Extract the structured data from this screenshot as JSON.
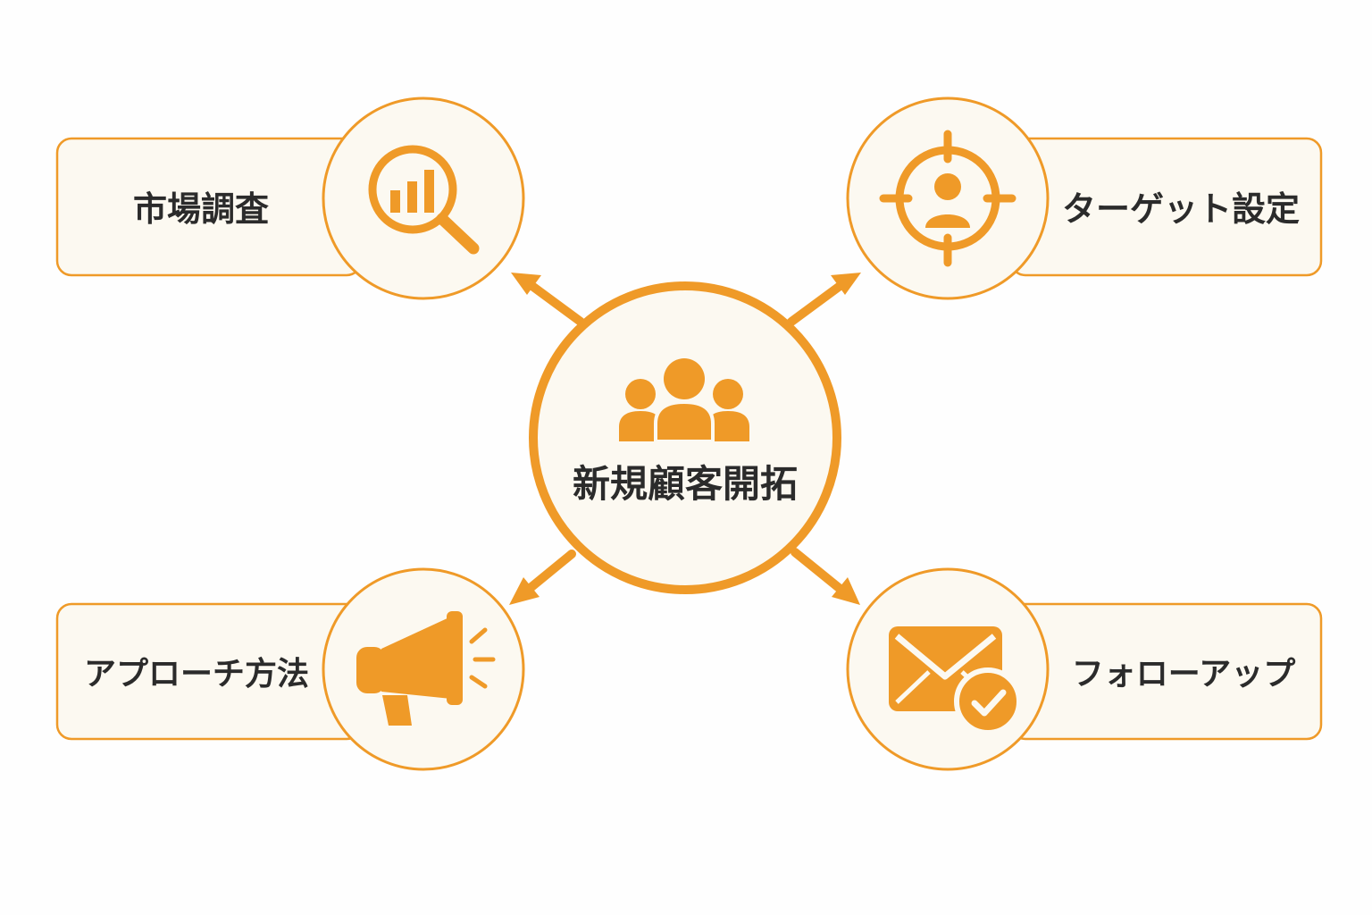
{
  "diagram": {
    "center": {
      "label": "新規顧客開拓",
      "icon": "group-of-people-icon"
    },
    "nodes": [
      {
        "label": "市場調査",
        "icon": "magnifier-bar-chart-icon"
      },
      {
        "label": "ターゲット設定",
        "icon": "target-person-icon"
      },
      {
        "label": "アプローチ方法",
        "icon": "megaphone-icon"
      },
      {
        "label": "フォローアップ",
        "icon": "envelope-check-icon"
      }
    ]
  },
  "colors": {
    "accent": "#ef9a28",
    "card_fill": "#fcf9f1",
    "text": "#2b2b2b",
    "background": "#fefefe"
  }
}
